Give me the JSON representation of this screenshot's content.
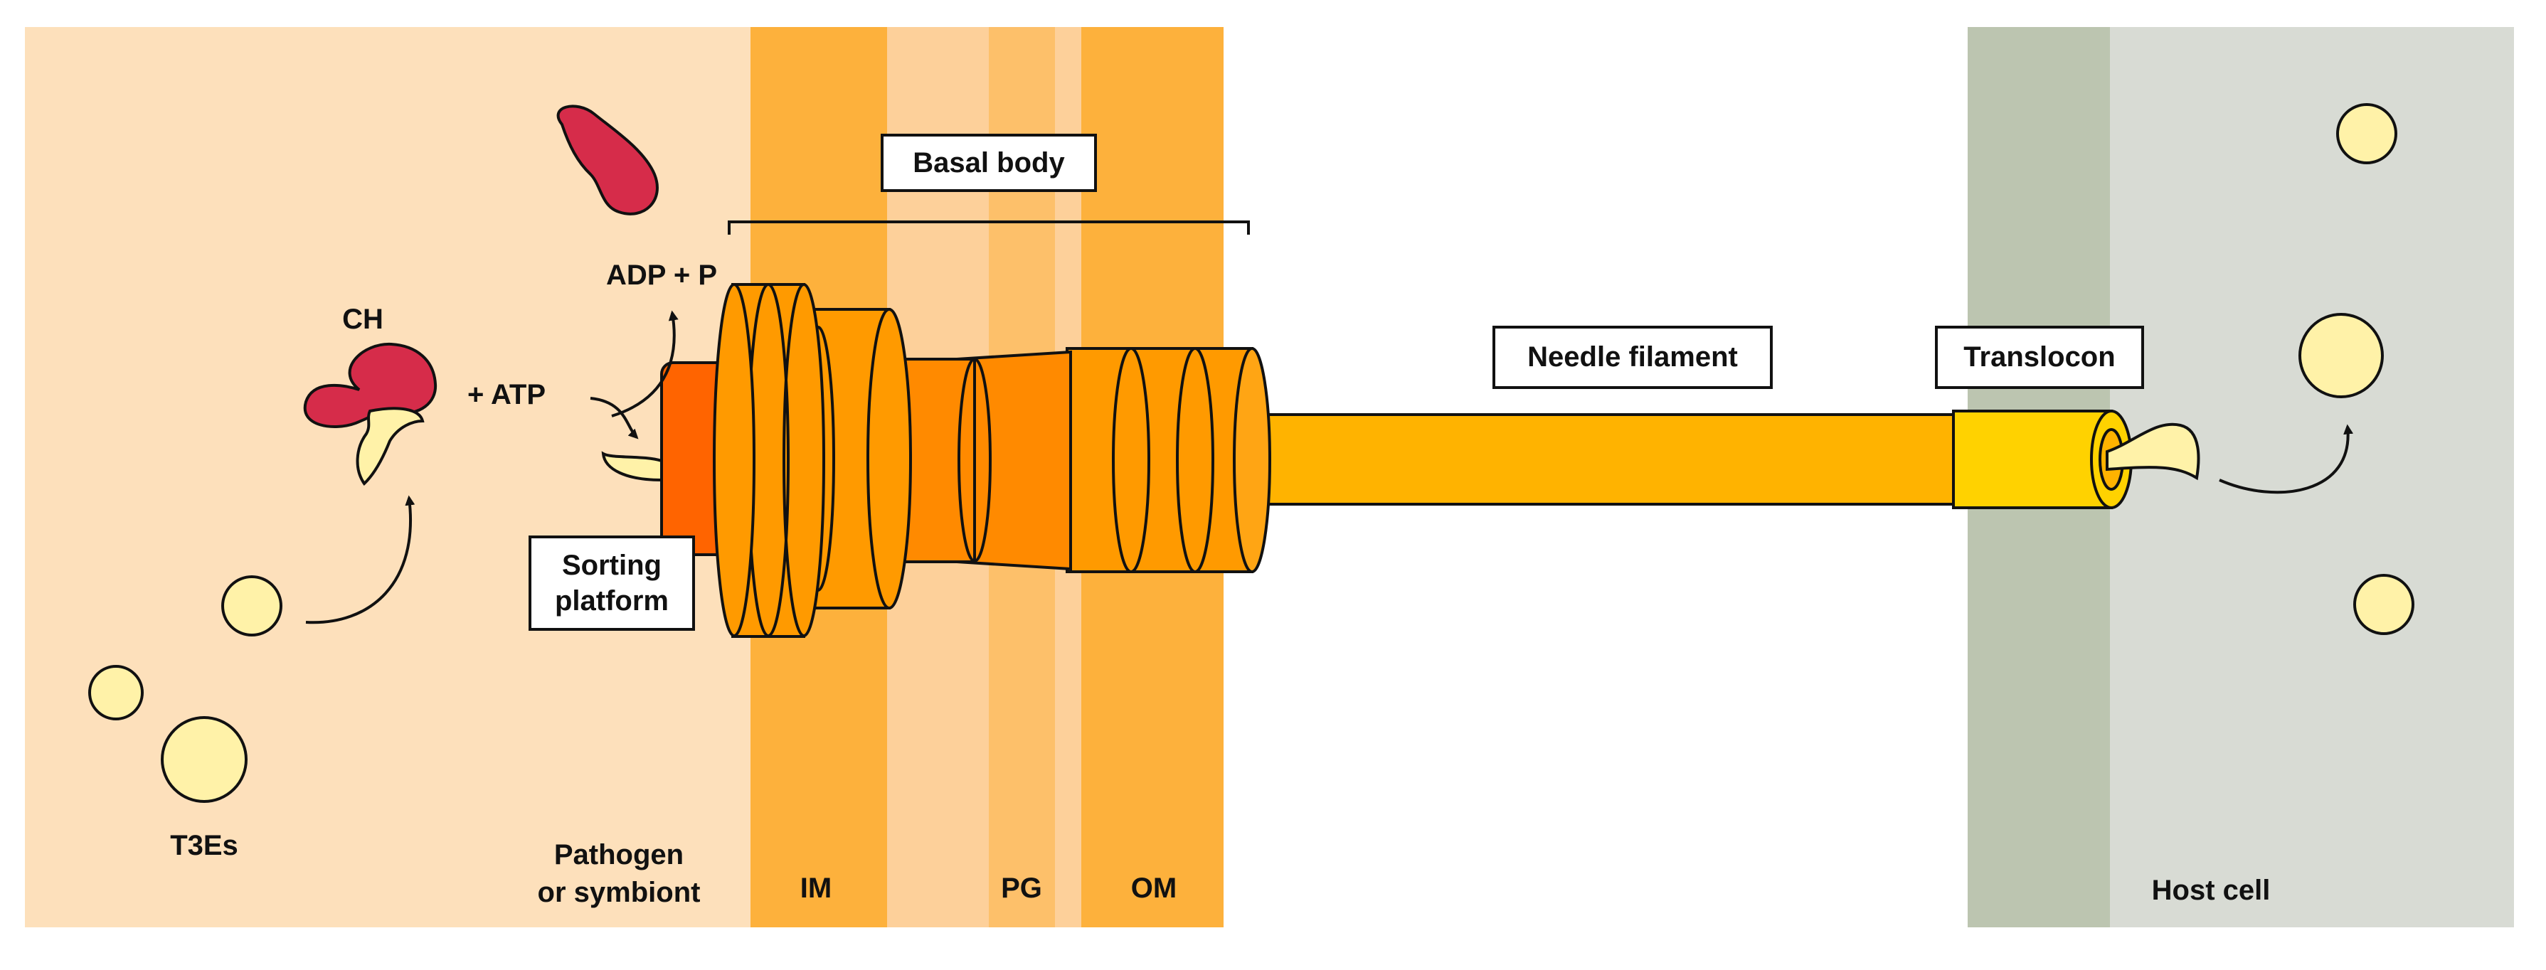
{
  "regions": {
    "pathogen_label_line1": "Pathogen",
    "pathogen_label_line2": "or symbiont",
    "im_label": "IM",
    "pg_label": "PG",
    "om_label": "OM",
    "host_label": "Host cell"
  },
  "callouts": {
    "basal_body": "Basal body",
    "needle_filament": "Needle filament",
    "translocon": "Translocon",
    "sorting_platform_line1": "Sorting",
    "sorting_platform_line2": "platform"
  },
  "labels": {
    "ch": "CH",
    "atp": "+ ATP",
    "adp": "ADP + P",
    "t3es": "T3Es"
  },
  "icons": [
    "chaperone-icon",
    "effector-icon",
    "membrane-bands",
    "needle-icon"
  ],
  "colors": {
    "pathogen_bg": "#fde0bb",
    "membrane_dark": "#fdb13c",
    "membrane_light": "#fdc778",
    "host_membrane": "#bcc5b0",
    "host_bg": "#d8dbd4",
    "chaperone": "#d62c4a",
    "effector": "#fff2a8",
    "sorting_platform": "#ff6400",
    "needle": "#ffb300",
    "translocon": "#ffd200"
  }
}
